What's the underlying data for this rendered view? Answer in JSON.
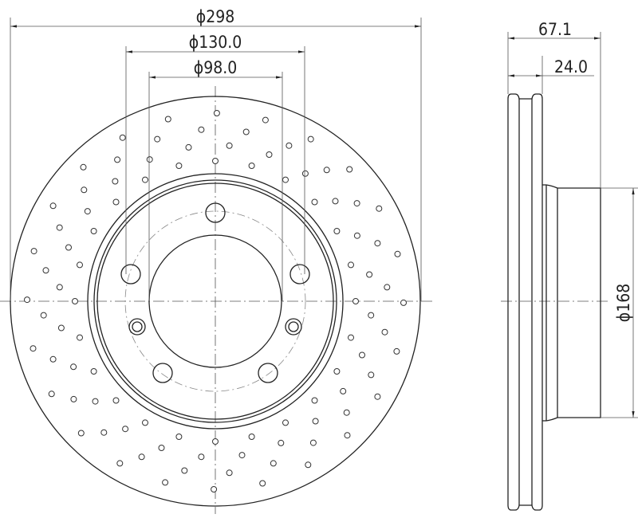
{
  "front_view": {
    "dimensions": {
      "outer_diameter": "ϕ298",
      "bolt_circle": "ϕ130.0",
      "center_bore": "ϕ98.0"
    }
  },
  "side_view": {
    "dimensions": {
      "total_height": "67.1",
      "thickness": "24.0",
      "hub_diameter": "ϕ168"
    }
  }
}
